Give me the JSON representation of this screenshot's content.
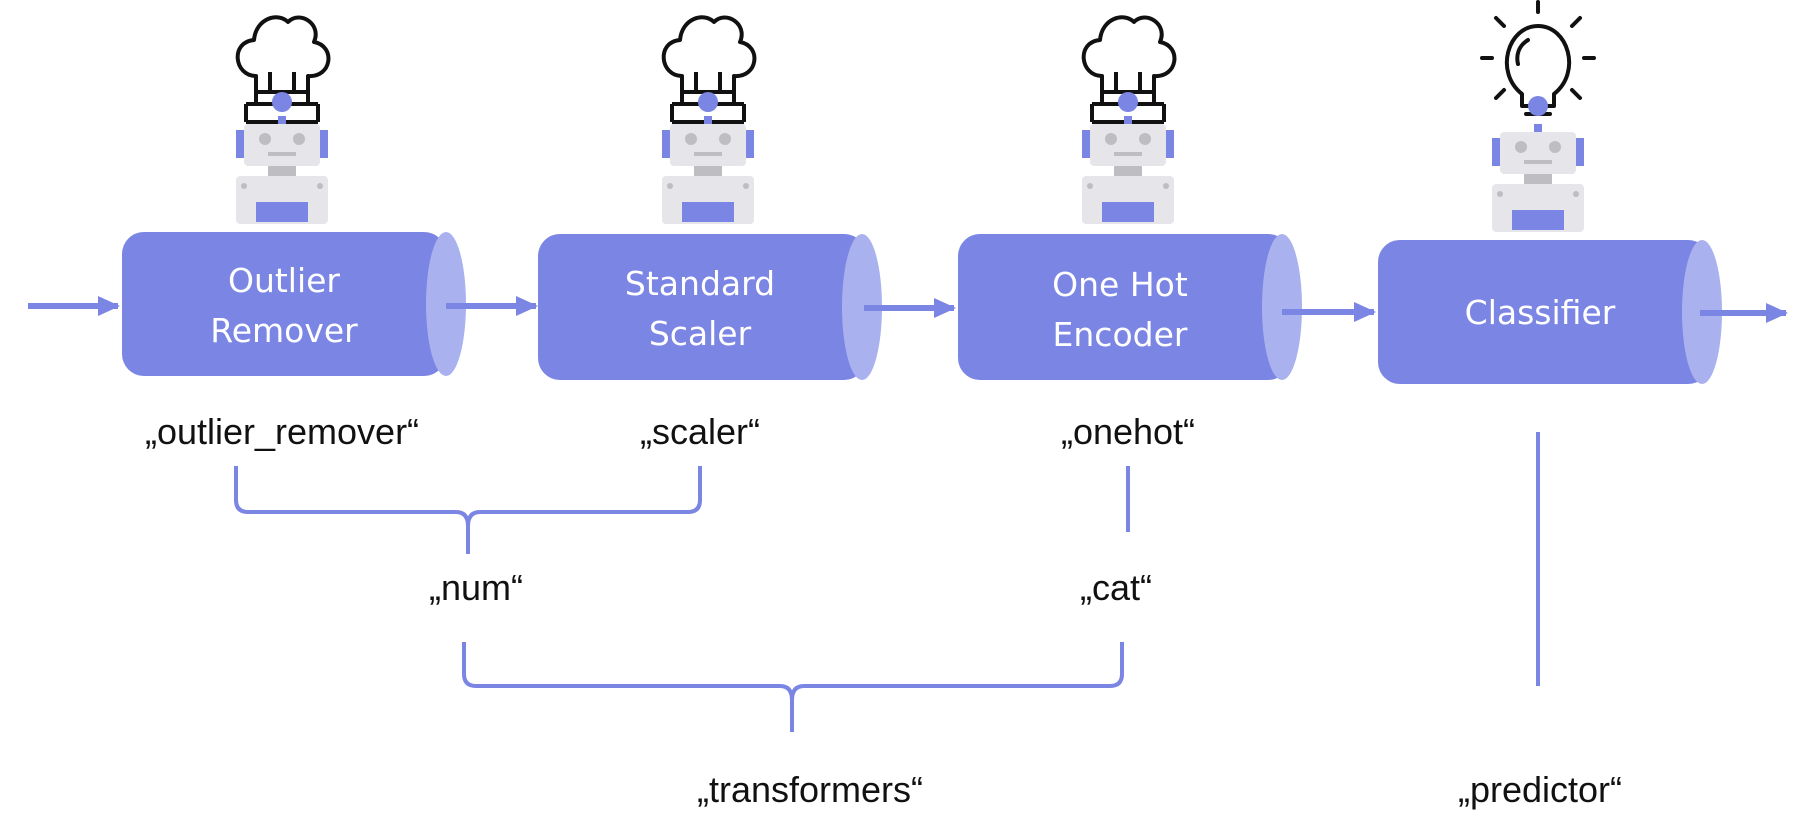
{
  "colors": {
    "accent": "#7b85e3",
    "accent_light": "#aab1ef",
    "robot_body": "#e6e6ea",
    "robot_detail": "#bdbdc2",
    "icon_line": "#111111",
    "text": "#111111"
  },
  "input_arrow": {
    "icon": "arrow-right-icon"
  },
  "steps": [
    {
      "title_line1": "Outlier",
      "title_line2": "Remover",
      "key": "„outlier_remover“",
      "hat_icon": "chef-hat-icon",
      "robot_icon": "robot-icon"
    },
    {
      "title_line1": "Standard",
      "title_line2": "Scaler",
      "key": "„scaler“",
      "hat_icon": "chef-hat-icon",
      "robot_icon": "robot-icon"
    },
    {
      "title_line1": "One Hot",
      "title_line2": "Encoder",
      "key": "„onehot“",
      "hat_icon": "chef-hat-icon",
      "robot_icon": "robot-icon"
    },
    {
      "title_line1": "Classifier",
      "title_line2": "",
      "key": "",
      "hat_icon": "lightbulb-icon",
      "robot_icon": "robot-icon"
    }
  ],
  "groups": {
    "num": "„num“",
    "cat": "„cat“",
    "transformers": "„transformers“",
    "predictor": "„predictor“"
  }
}
